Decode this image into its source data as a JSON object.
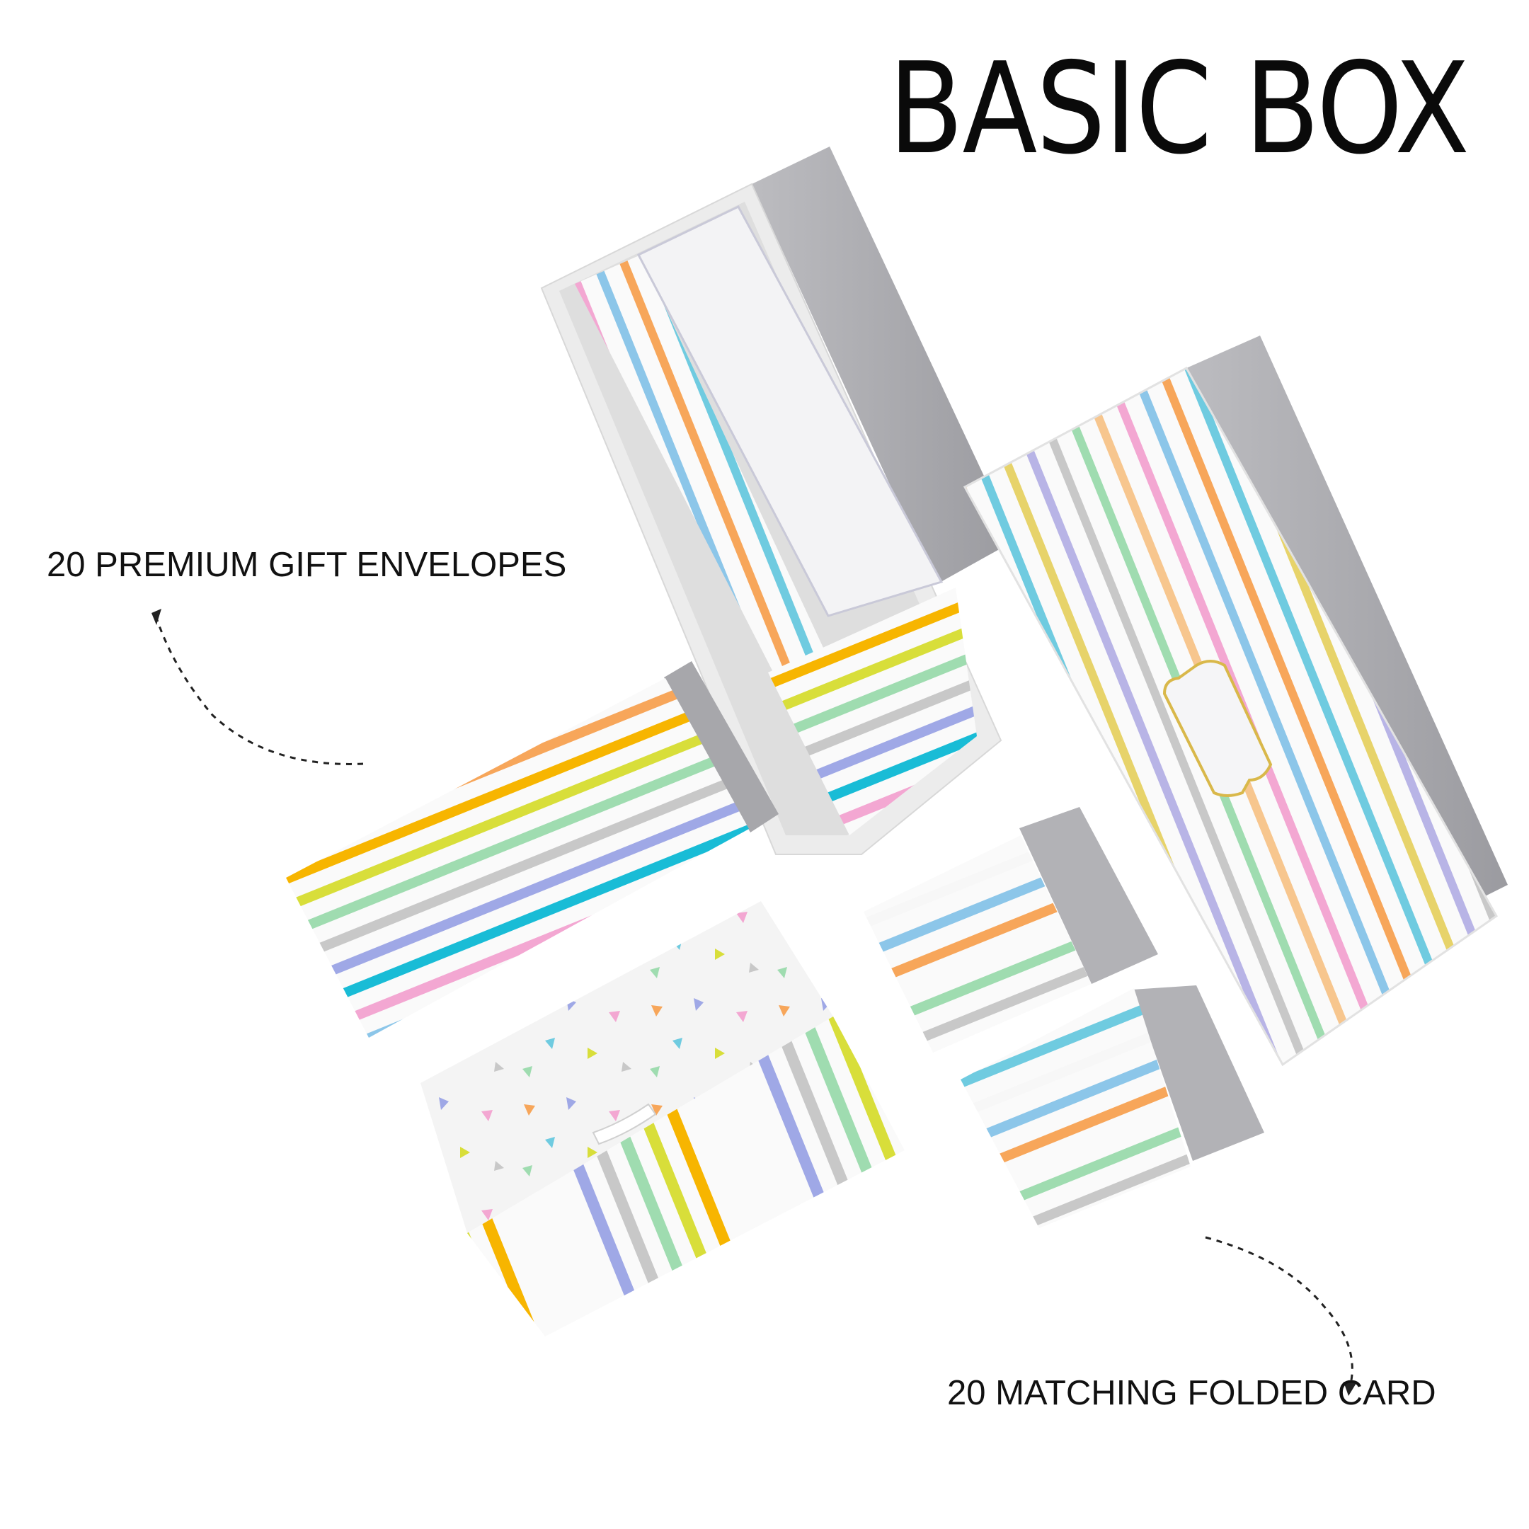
{
  "title": "BASIC BOX",
  "captions": {
    "envelopes": "20 PREMIUM GIFT ENVELOPES",
    "cards": "20 MATCHING FOLDED CARD"
  },
  "colors": {
    "background": "#ffffff",
    "text": "#111111",
    "shadow": "#8f8f95",
    "stripes": [
      "#f7b500",
      "#d8de3a",
      "#9fdcb0",
      "#c8c8c8",
      "#9fa8e6",
      "#6fcbe0",
      "#f3a7d2",
      "#8cc6e9",
      "#f7a65a"
    ]
  }
}
